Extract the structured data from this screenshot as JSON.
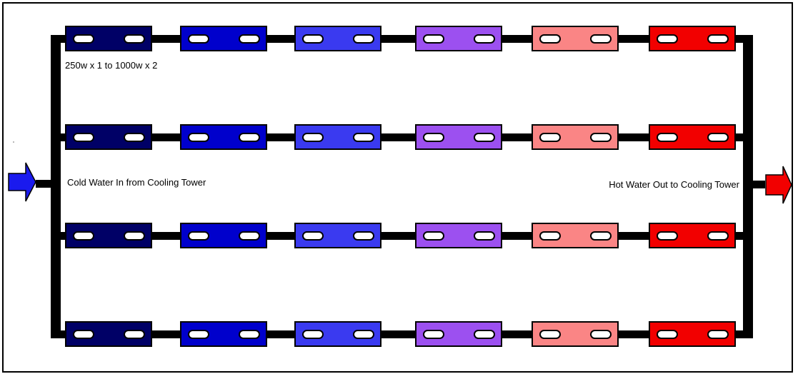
{
  "diagram": {
    "type": "piping-loop",
    "annotation": "250w x 1 to 1000w x 2",
    "labels": {
      "cold_in": "Cold Water In from Cooling Tower",
      "hot_out": "Hot Water Out to Cooling Tower"
    },
    "heaters": {
      "rows": 4,
      "per_row": 6,
      "ports_per_heater": 2,
      "colors_cold_to_hot": [
        "#000066",
        "#0000CC",
        "#3A3AF0",
        "#9C50F0",
        "#FA8585",
        "#F20000"
      ]
    },
    "colors": {
      "pipe": "#000000",
      "cold_arrow": "#1A1AEE",
      "hot_arrow": "#F20000",
      "heater_border": "#000000",
      "port_fill": "#FFFFFF",
      "outline": "#000000"
    }
  }
}
